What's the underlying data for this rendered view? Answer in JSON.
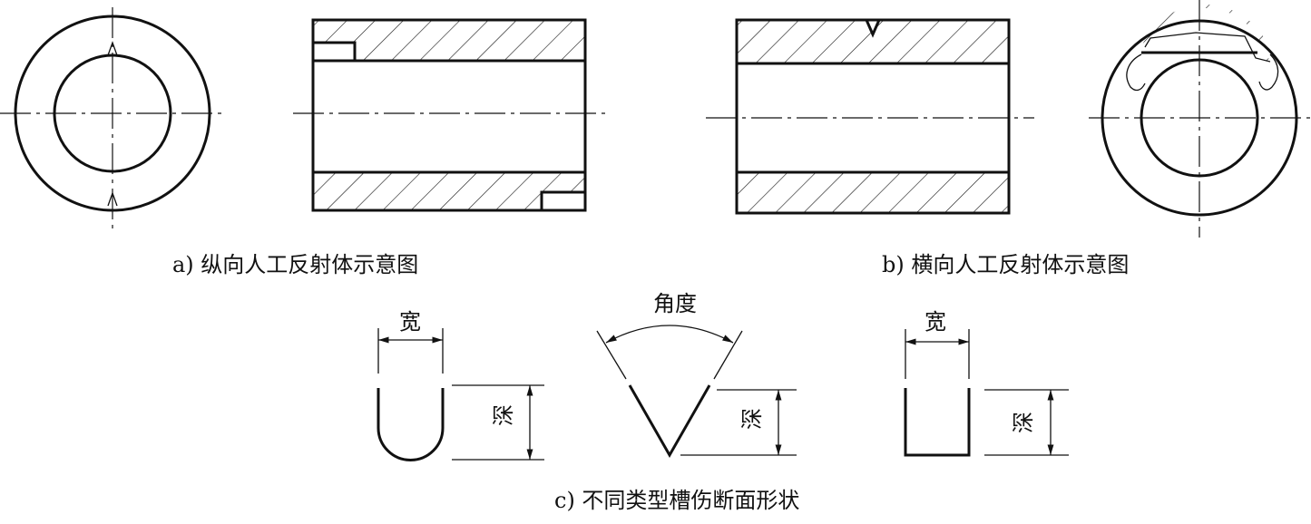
{
  "captions": {
    "a": "a) 纵向人工反射体示意图",
    "b": "b) 横向人工反射体示意图",
    "c": "c) 不同类型槽伤断面形状"
  },
  "labels": {
    "width_u": "宽",
    "depth_u": "深",
    "angle_v": "角度",
    "depth_v": "深",
    "width_rect": "宽",
    "depth_rect": "深"
  },
  "colors": {
    "line": "#111111",
    "background": "#ffffff"
  }
}
